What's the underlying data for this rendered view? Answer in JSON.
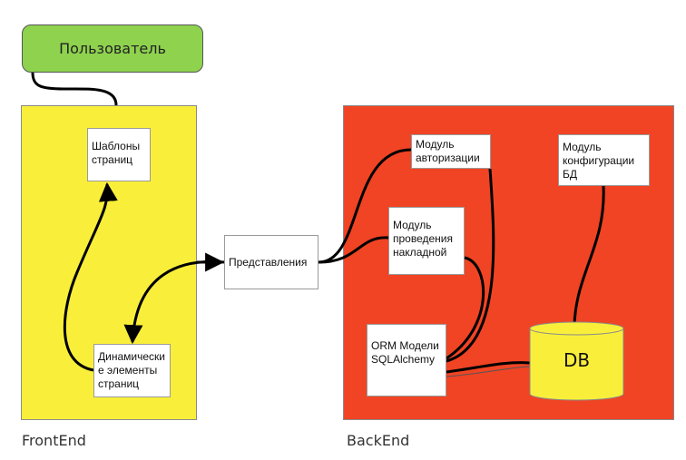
{
  "user": {
    "label": "Пользователь"
  },
  "frontend": {
    "label": "FrontEnd",
    "templates": "Шаблоны страниц",
    "dynamic": "Динамически е элементы страниц"
  },
  "views": {
    "label": "Представления"
  },
  "backend": {
    "label": "BackEnd",
    "auth": "Модуль авторизации",
    "invoice": "Модуль проведения накладной",
    "dbconfig": "Модуль конфигурации БД",
    "orm": "ORM Модели SQLAlchemy",
    "db": "DB"
  },
  "colors": {
    "frontend": "#f9ef3a",
    "backend": "#f04424",
    "user": "#8ed24e",
    "db": "#f9ef3a"
  }
}
